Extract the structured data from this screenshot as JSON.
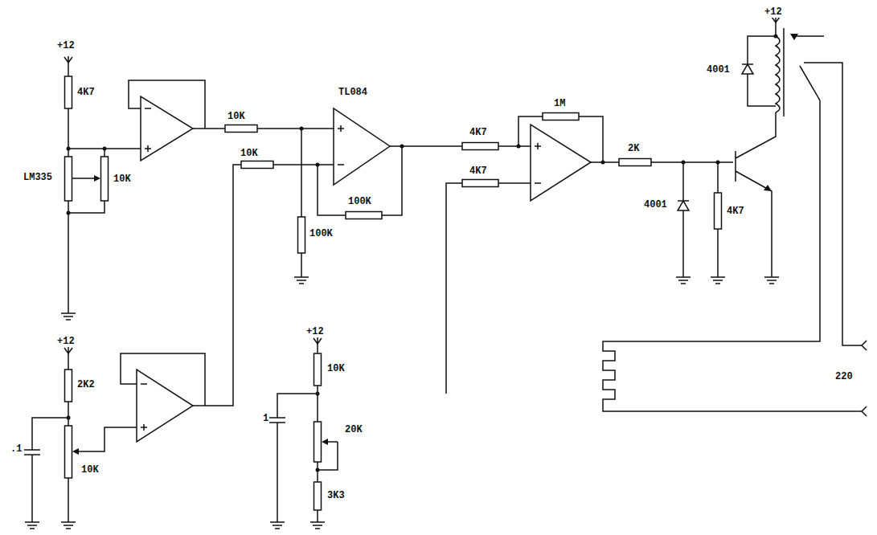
{
  "diagram": {
    "labels": [
      "+12",
      "4K7",
      "LM335",
      "10K",
      "10K",
      "TL084",
      "10K",
      "100K",
      "100K",
      "1M",
      "4K7",
      "4K7",
      "2K",
      "4001",
      "4K7",
      "+12",
      "4001",
      "+12",
      "2K2",
      ".1",
      "10K",
      "+12",
      "10K",
      "1",
      "20K",
      "3K3",
      "220"
    ]
  }
}
